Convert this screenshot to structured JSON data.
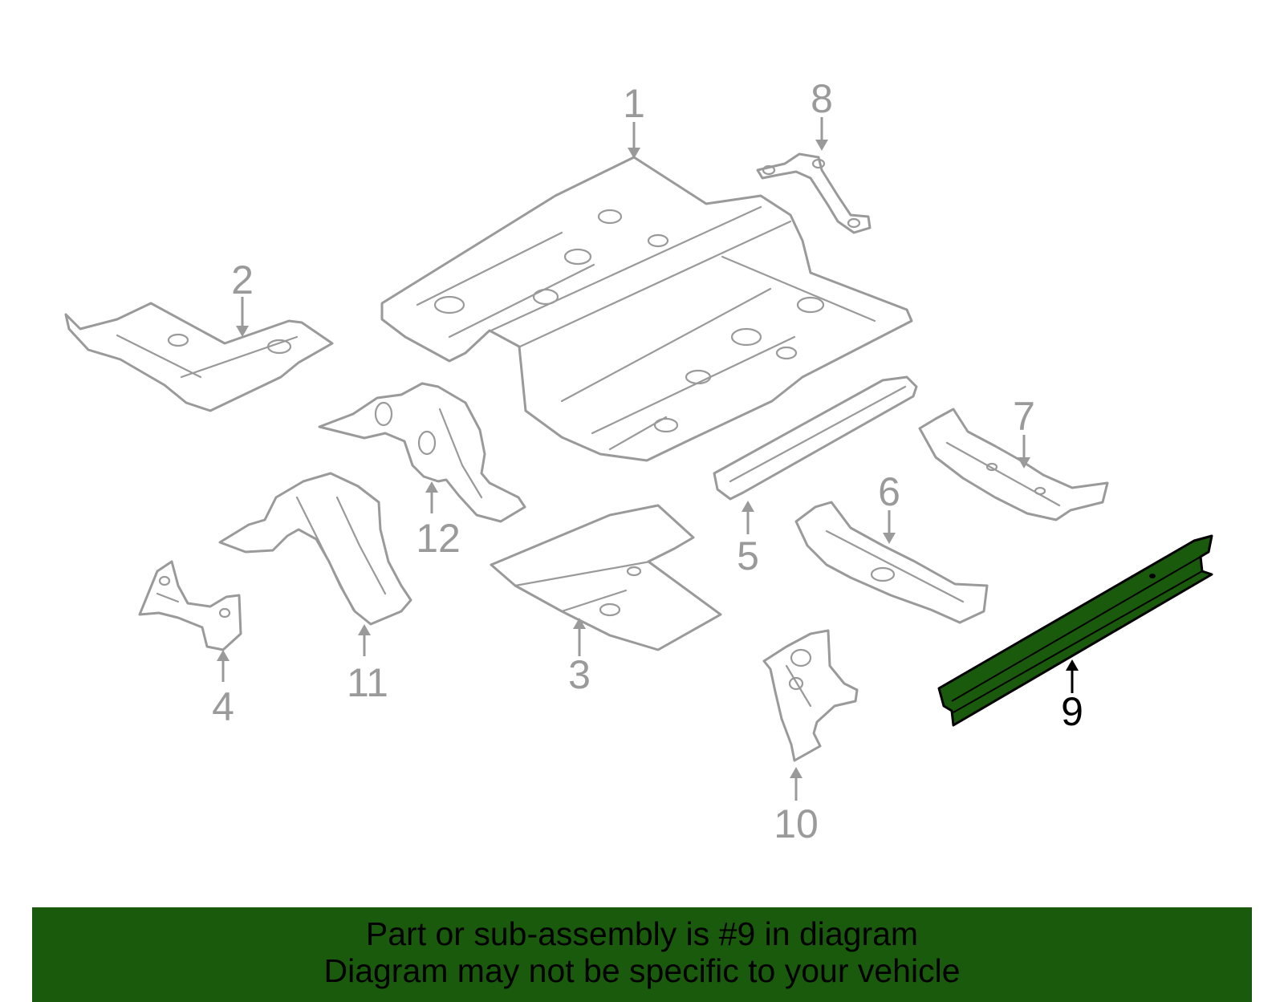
{
  "callouts": [
    {
      "id": "1",
      "label": "1"
    },
    {
      "id": "2",
      "label": "2"
    },
    {
      "id": "3",
      "label": "3"
    },
    {
      "id": "4",
      "label": "4"
    },
    {
      "id": "5",
      "label": "5"
    },
    {
      "id": "6",
      "label": "6"
    },
    {
      "id": "7",
      "label": "7"
    },
    {
      "id": "8",
      "label": "8"
    },
    {
      "id": "9",
      "label": "9"
    },
    {
      "id": "10",
      "label": "10"
    },
    {
      "id": "11",
      "label": "11"
    },
    {
      "id": "12",
      "label": "12"
    }
  ],
  "highlighted_part": "9",
  "colors": {
    "highlight": "#1a5a0c",
    "line_art": "#9a9a9a",
    "banner_bg": "#1a5a0c",
    "banner_text": "#000000"
  },
  "banner": {
    "line1": "Part or sub-assembly is #9 in diagram",
    "line2": "Diagram may not be specific to your vehicle"
  }
}
